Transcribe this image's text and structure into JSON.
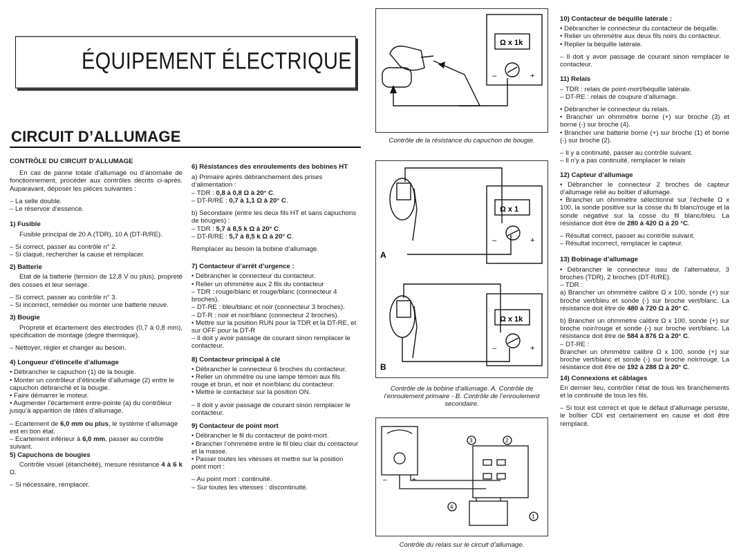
{
  "banner": {
    "title": "ÉQUIPEMENT ÉLECTRIQUE"
  },
  "section": {
    "title": "CIRCUIT D’ALLUMAGE"
  },
  "col1": {
    "heading": "CONTRÔLE DU CIRCUIT D’ALLUMAGE",
    "intro": "En cas de panne totale d’allumage ou d’anomalie de fonctionnement, procéder aux contrôles décrits ci-après. Auparavant, déposer les pièces suivantes :",
    "intro_items": [
      "– La selle double.",
      "– Le réservoir d’essence."
    ],
    "s1_title": "1) Fusible",
    "s1_text": "Fusible principal de 20 A (TDR), 10 A (DT-R/RE).",
    "s1_items": [
      "– Si correct, passer au contrôle n° 2.",
      "– Si claqué, rechercher la cause et remplacer."
    ],
    "s2_title": "2) Batterie",
    "s2_text": "Etat de la batterie (tension de 12,8 V ou plus), propreté des cosses et leur serrage.",
    "s2_items": [
      "– Si correct, passer au contrôle n° 3.",
      "– Si incorrect, remédier ou monter une batterie neuve."
    ],
    "s3_title": "3) Bougie",
    "s3_text": "Propreté et écartement des électrodes (0,7 à 0,8 mm), spécification de montage (degré thermique).",
    "s3_items": [
      "– Nettoyer, régler et changer au besoin."
    ],
    "s4_title": "4) Longueur d’étincelle d’allumage",
    "s4_items": [
      "• Débrancher le capuchon (1) de la bougie.",
      "• Monter un contrôleur d’étincelle d’allumage (2) entre le capuchon débranché et la bougie.",
      "• Faire démarrer le moteur.",
      "• Augmenter l’écartement entre-pointe (a) du contrôleur jusqu’à apparition de râtés d’allumage."
    ],
    "s4_r1a": "– Ecartement de ",
    "s4_r1b": "6,0 mm ou plus",
    "s4_r1c": ", le système d’allumage est en bon état.",
    "s4_r2a": "– Ecartement inférieur à ",
    "s4_r2b": "6,0 mm",
    "s4_r2c": ", passer au contrôle suivant.",
    "s5_title": "5) Capuchons de bougies",
    "s5_a": "Contrôle visuel (étanchéité), mesure résistance ",
    "s5_b": "4 à 6 k",
    "s5_items": [
      "– Si nécessaire, remplacer."
    ]
  },
  "col2": {
    "s6_title": "6) Résistances des enroulements des bobines HT",
    "s6_a": "a) Primaire après débranchement des prises d’alimentation :",
    "s6_a1l": "– TDR : ",
    "s6_a1v": "0,8 à 0,8 Ω à 20° C",
    "s6_a2l": "– DT-R/RE : ",
    "s6_a2v": "0,7 à 1,1 Ω à 20° C",
    "s6_b": "b) Secondaire (entre les deux fils HT et sans capuchons de bougies) :",
    "s6_b1l": "– TDR : ",
    "s6_b1v": "5,7 à 8,5 k Ω à 20° C",
    "s6_b2l": "– DT-R/RE : ",
    "s6_b2v": "5,7 à 8,5 k Ω à 20° C",
    "s6_end": "Remplacer au besoin la bobine d’allumage.",
    "s7_title": "7) Contacteur d’arrêt d’urgence :",
    "s7_items": [
      "• Débrancher le connecteur du contacteur.",
      "• Relier un ohmmètre aux 2 fils du contacteur",
      "– TDR : rouge/blanc et rouge/blanc (connecteur 4 broches).",
      "– DT-RE : bleu/blanc et noir (connecteur 3 broches).",
      "– DT-R : noir et noir/blanc (connecteur 2 broches).",
      "• Mettre sur la position RUN pour la TDR et la DT-RE, et sur OFF pour la DT-R",
      "– Il doit y avoir passage de courant sinon remplacer le contacteur."
    ],
    "s8_title": "8) Contacteur principal à clé",
    "s8_items": [
      "• Débrancher le connecteur 6 broches du contacteur.",
      "• Relier un ohmmètre ou une lampe témoin aux fils rouge et brun, et noir et noir/blanc du contacteur.",
      "• Mettre le contacteur sur la position ON."
    ],
    "s8_end": "– Il doit y avoir passage de courant sinon remplacer le contacteur.",
    "s9_title": "9) Contacteur de point mort",
    "s9_items": [
      "• Débrancher le fil du contacteur de point-mort.",
      "• Brancher l’ohmmètre entre le fil bleu clair du contacteur et la masse.",
      "• Passer toutes les vitesses et mettre sur la position point mort :"
    ],
    "s9_end": [
      "– Au point mort : continuité.",
      "– Sur toutes les vitesses : discontinuité."
    ]
  },
  "col3": {
    "fig1_caption": "Contrôle de la résistance du capuchon de bougie.",
    "fig1_meter": "Ω x 1k",
    "fig2_caption": "Contrôle de la bobine d’allumage. A. Contrôle de l’enroulement primaire - B. Contrôle de l’enroulement secondaire.",
    "fig2_meterA": "Ω x 1",
    "fig2_meterB": "Ω x 1k",
    "fig2_labelA": "A",
    "fig2_labelB": "B",
    "fig3_caption": "Contrôle du relais sur le circuit d’allumage.",
    "fig3_numbers": [
      "1",
      "2",
      "3",
      "4"
    ],
    "plus": "+",
    "minus": "–"
  },
  "col4": {
    "s10_title": "10) Contacteur de béquille latérale :",
    "s10_items": [
      "• Débrancher le connecteur du contacteur de béquille.",
      "• Relier un ohmmètre aux deux fils noirs du contacteur.",
      "• Replier la béquille latérale."
    ],
    "s10_end": "– Il doit y avoir passage de courant sinon remplacer le contacteur.",
    "s11_title": "11) Relais",
    "s11_types": [
      "– TDR : relais de point-mort/béquille latérale.",
      "– DT-RE : relais de coupure d’allumage."
    ],
    "s11_items": [
      "• Débrancher le connecteur du relais.",
      "• Brancher un ohmmètre borne (+) sur broche (3) et borne (-) sur broche (4).",
      "• Brancher une batterie borne (+) sur broche (1) et borne (-) sur broche (2)."
    ],
    "s11_end": [
      "– Il y a continuité, passer au contrôle suivant.",
      "– Il n’y a pas continuité, remplacer le relais"
    ],
    "s12_title": "12) Capteur d’allumage",
    "s12_items": [
      "• Débrancher le connecteur 2 broches de capteur d’allumage relié au boîtier d’allumage."
    ],
    "s12_b": "• Brancher un ohmmètre sélectionné sur l’échelle Ω x 100, la sonde positive sur la cosse du fil blanc/rouge et la sonde négative sur la cosse du fil blanc/bleu. La résistance doit être de ",
    "s12_v": "280 à 420 Ω à 20 °C",
    "s12_end": [
      "– Résultat correct, passer au contrôle suivant.",
      "– Résultat incorrect, remplacer le capteur."
    ],
    "s13_title": "13) Bobinage d’allumage",
    "s13_a": "• Débrancher le connecteur issu de l’alternateur, 3 broches (TDR), 2 broches (DT-R/RE).",
    "s13_tdr": "– TDR :",
    "s13_b": "a) Brancher un ohmmètre calibre Ω x 100, sonde (+) sur broche vert/bleu et sonde (-) sur broche vert/blanc. La résistance doit être de ",
    "s13_bv": "480 à 720 Ω à 20° C",
    "s13_c": "b) Brancher un ohmmètre calibre Ω x 100, sonde (+) sur broche noir/rouge et sonde (-) sur broche vert/blanc. La résistance doit être de ",
    "s13_cv": "584 à 876 Ω à 20° C",
    "s13_dt": "– DT-RE :",
    "s13_d": "Brancher un ohmmètre calibre Ω x 100, sonde (+) sur broche vert/blanc et sonde (-) sur broche noir/rouge. La résistance doit être de ",
    "s13_dv": "192 à 288 Ω à 20° C",
    "s14_title": "14) Connexions et câblages",
    "s14_text": "En dernier lieu, contrôler l’état de tous les branchements et la continuité de tous les fils.",
    "s14_end": "– Si tout est correct et que le défaut d’allumage persiste, le boîtier CDI est certainement en cause et doit être remplacé."
  }
}
